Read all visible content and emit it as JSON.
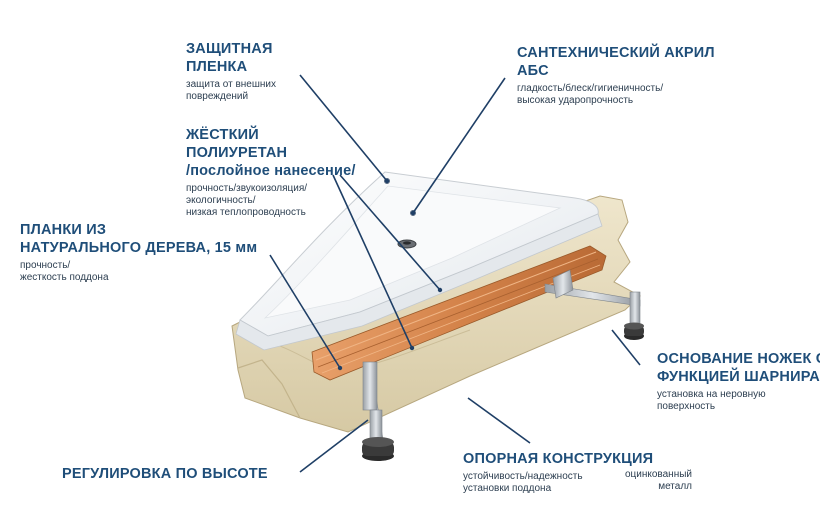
{
  "labels": {
    "protective_film": {
      "title_line1": "ЗАЩИТНАЯ",
      "title_line2": "ПЛЕНКА",
      "desc_line1": "защита от внешних",
      "desc_line2": "повреждений"
    },
    "rigid_polyurethane": {
      "title_line1": "ЖЁСТКИЙ",
      "title_line2": "ПОЛИУРЕТАН",
      "title_line3": "/послойное нанесение/",
      "desc_line1": "прочность/звукоизоляция/",
      "desc_line2": "экологичность/",
      "desc_line3": "низкая теплопроводность"
    },
    "wood_slats": {
      "title_line1": "ПЛАНКИ ИЗ",
      "title_line2": "НАТУРАЛЬНОГО ДЕРЕВА, 15 мм",
      "desc_line1": "прочность/",
      "desc_line2": "жесткость поддона"
    },
    "acrylic": {
      "title_line1": "САНТЕХНИЧЕСКИЙ АКРИЛ",
      "title_line2": "АБС",
      "desc_line1": "гладкость/блеск/гигиеничность/",
      "desc_line2": "высокая ударопрочность"
    },
    "leg_base": {
      "title_line1": "ОСНОВАНИЕ НОЖЕК С",
      "title_line2": "ФУНКЦИЕЙ ШАРНИРА",
      "desc_line1": "установка на неровную",
      "desc_line2": "поверхность"
    },
    "height_adjust": {
      "title_line1": "РЕГУЛИРОВКА ПО ВЫСОТЕ"
    },
    "support_frame": {
      "title_line1": "ОПОРНАЯ КОНСТРУКЦИЯ",
      "desc_line1": "устойчивость/надежность",
      "desc_line2": "установки поддона",
      "desc2_line1": "оцинкованный",
      "desc2_line2": "металл"
    }
  },
  "colors": {
    "label_text": "#1f4e79",
    "leader_line": "#1f3f66",
    "acrylic_white": "#f4f6f8",
    "polyurethane_beige": "#e6dcc0",
    "wood_orange": "#d98a4c",
    "metal_grey": "#b9bec4",
    "foot_dark": "#2a2a2a"
  }
}
